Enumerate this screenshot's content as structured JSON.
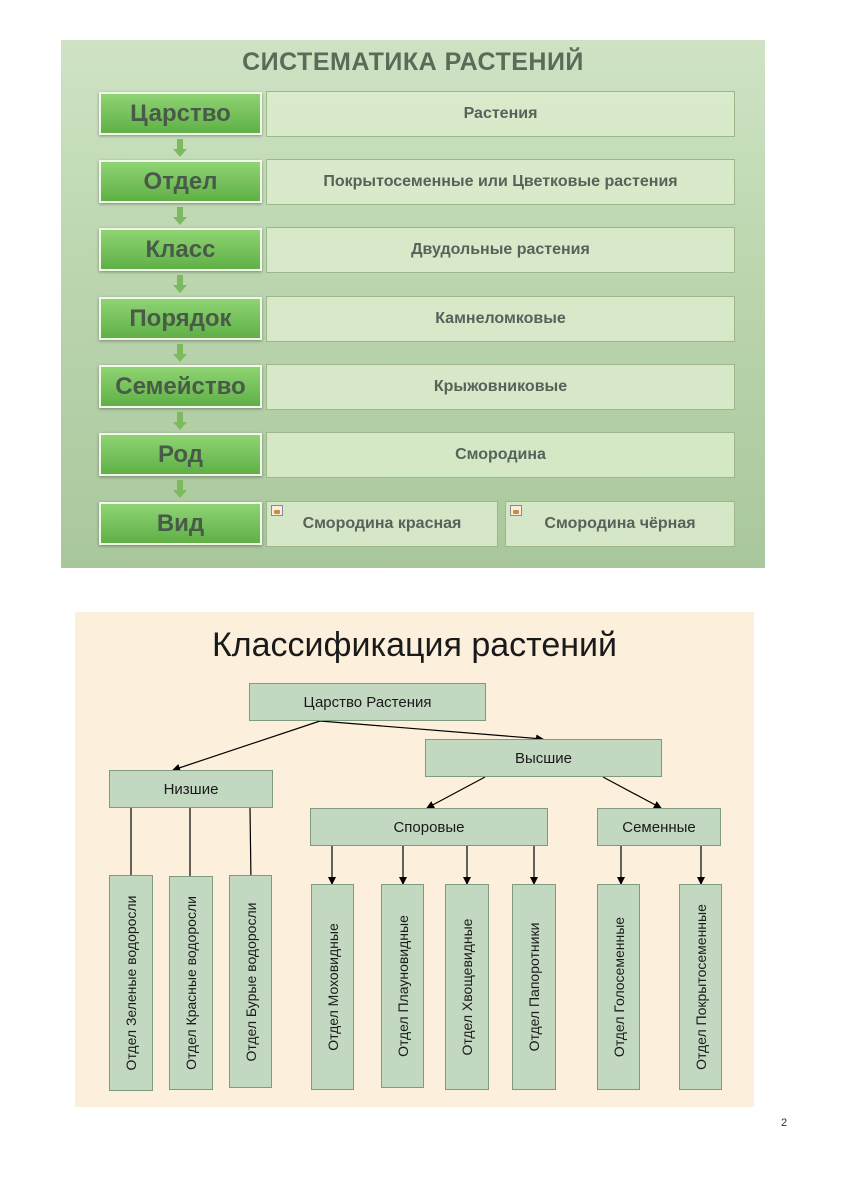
{
  "systematics": {
    "title": "СИСТЕМАТИКА РАСТЕНИЙ",
    "rows": [
      {
        "rank": "Царство",
        "value": "Растения"
      },
      {
        "rank": "Отдел",
        "value": "Покрытосеменные или Цветковые растения"
      },
      {
        "rank": "Класс",
        "value": "Двудольные растения"
      },
      {
        "rank": "Порядок",
        "value": "Камнеломковые"
      },
      {
        "rank": "Семейство",
        "value": "Крыжовниковые"
      },
      {
        "rank": "Род",
        "value": "Смородина"
      }
    ],
    "species_rank": "Вид",
    "species": [
      "Смородина красная",
      "Смородина чёрная"
    ],
    "colors": {
      "rank_box": "#6cbf52",
      "value_box": "#dcecd0",
      "background": "#bdd7b1"
    }
  },
  "classification": {
    "title": "Классификация растений",
    "root": "Царство Растения",
    "lower": "Низшие",
    "higher": "Высшие",
    "spore": "Споровые",
    "seed": "Семенные",
    "lower_divisions": [
      "Отдел Зеленые водоросли",
      "Отдел Красные водоросли",
      "Отдел Бурые водоросли"
    ],
    "spore_divisions": [
      "Отдел Моховидные",
      "Отдел Плауновидные",
      "Отдел Хвощевидные",
      "Отдел Папоротники"
    ],
    "seed_divisions": [
      "Отдел Голосеменные",
      "Отдел Покрытосеменные"
    ],
    "colors": {
      "node": "#c2d8c1",
      "background": "#fcefdb"
    }
  },
  "page_number": "2"
}
